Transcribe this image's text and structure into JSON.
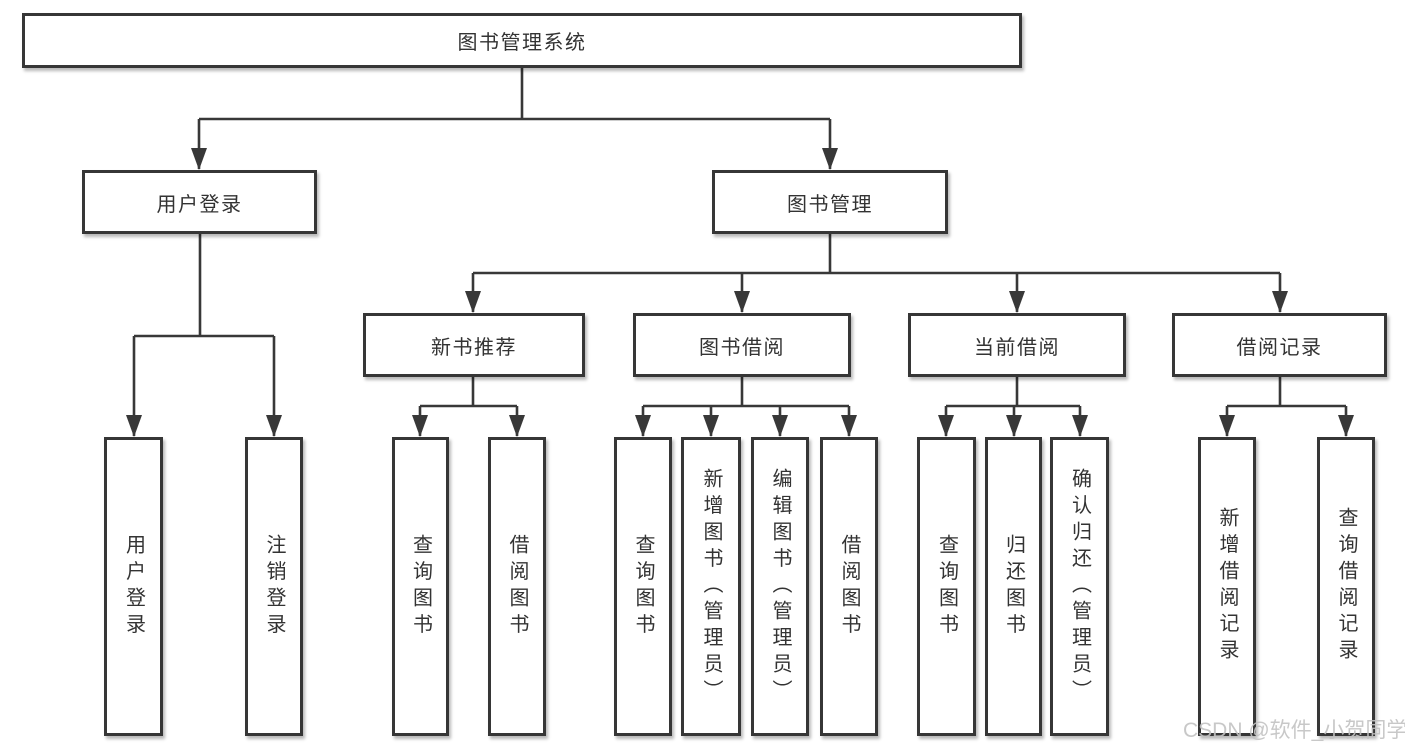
{
  "tree": {
    "label": "图书管理系统",
    "children": [
      {
        "label": "用户登录",
        "children": [
          {
            "label": "用户登录"
          },
          {
            "label": "注销登录"
          }
        ]
      },
      {
        "label": "图书管理",
        "children": [
          {
            "label": "新书推荐",
            "children": [
              {
                "label": "查询图书"
              },
              {
                "label": "借阅图书"
              }
            ]
          },
          {
            "label": "图书借阅",
            "children": [
              {
                "label": "查询图书"
              },
              {
                "label": "新增图书（管理员）"
              },
              {
                "label": "编辑图书（管理员）"
              },
              {
                "label": "借阅图书"
              }
            ]
          },
          {
            "label": "当前借阅",
            "children": [
              {
                "label": "查询图书"
              },
              {
                "label": "归还图书"
              },
              {
                "label": "确认归还（管理员）"
              }
            ]
          },
          {
            "label": "借阅记录",
            "children": [
              {
                "label": "新增借阅记录"
              },
              {
                "label": "查询借阅记录"
              }
            ]
          }
        ]
      }
    ]
  },
  "watermark": {
    "text": "CSDN @软件_小贺同学"
  },
  "colors": {
    "line": "#383838",
    "box_border": "#363636",
    "text": "#333333",
    "watermark": "#c3c3c3",
    "background": "#ffffff"
  }
}
